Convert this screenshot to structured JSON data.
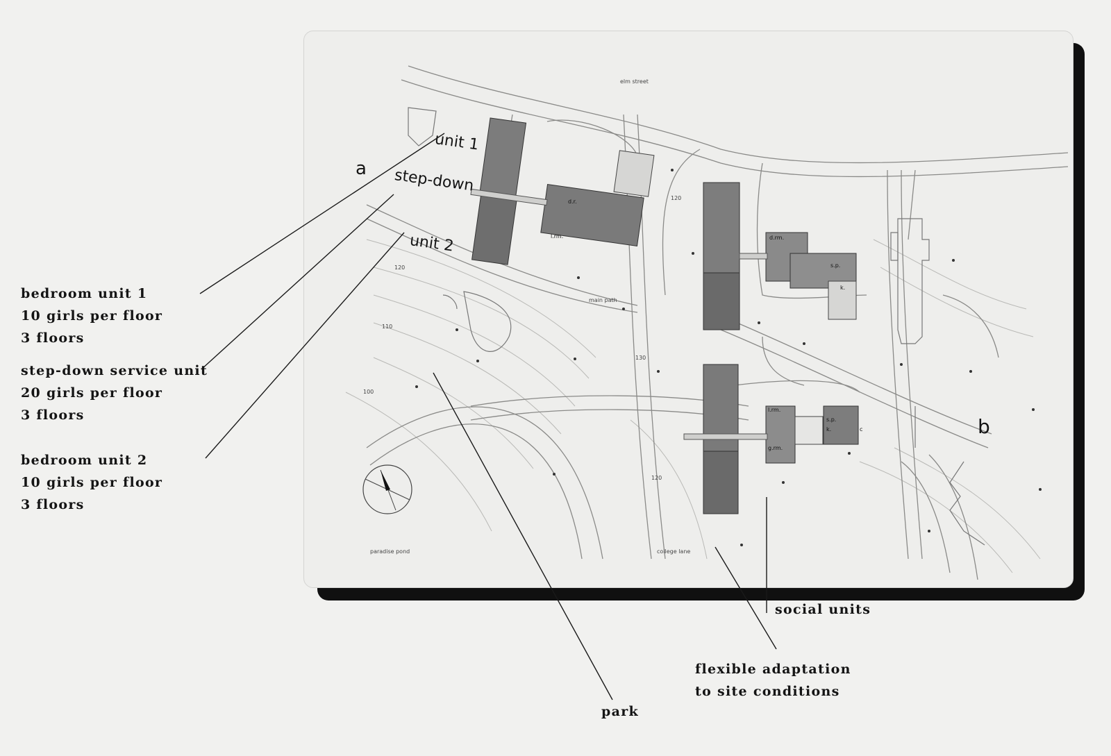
{
  "map": {
    "streets": {
      "elm_street": "elm street",
      "main_path": "main path",
      "college_lane": "college lane",
      "paradise_pond": "paradise pond"
    },
    "contours": [
      "120",
      "110",
      "100",
      "130",
      "120",
      "120"
    ],
    "room_labels": [
      "d.r.",
      "l.rm.",
      "k.",
      "s.p.",
      "g.rm.",
      "l.rm.",
      "d.rm.",
      "k.",
      "s.p.",
      "c"
    ],
    "section_markers": {
      "a": "a",
      "b": "b"
    },
    "plan_labels": {
      "unit1": "unit 1",
      "stepdown": "step-down",
      "unit2": "unit 2"
    },
    "tone": {
      "building": "#7c7c7c",
      "building_dark": "#5e5e5e",
      "paper": "#eeeeec",
      "shadow": "#101010"
    }
  },
  "annotations": {
    "bedroom_unit_1": [
      "bedroom unit 1",
      "10 girls per floor",
      "3 floors"
    ],
    "step_down": [
      "step-down service unit",
      "20 girls per floor",
      "3 floors"
    ],
    "bedroom_unit_2": [
      "bedroom unit 2",
      "10 girls per floor",
      "3 floors"
    ],
    "social_units": "social units",
    "flexible": [
      "flexible adaptation",
      "to site conditions"
    ],
    "park": "park"
  }
}
